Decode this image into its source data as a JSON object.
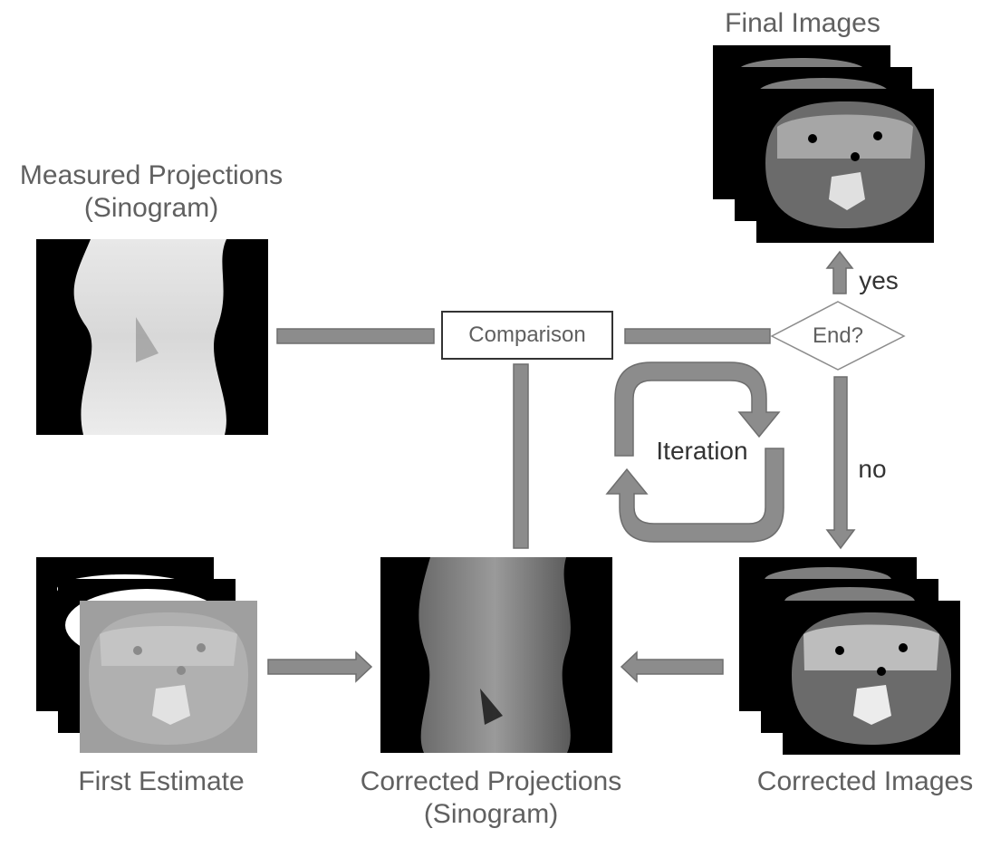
{
  "labels": {
    "final_images": "Final Images",
    "measured_line1": "Measured Projections",
    "measured_line2": "(Sinogram)",
    "first_estimate": "First Estimate",
    "corrected_proj_line1": "Corrected Projections",
    "corrected_proj_line2": "(Sinogram)",
    "corrected_images": "Corrected Images",
    "comparison": "Comparison",
    "end": "End?",
    "yes": "yes",
    "no": "no",
    "iteration": "Iteration"
  },
  "colors": {
    "arrow": "#8c8c8c",
    "arrow_stroke": "#6e6e6e",
    "text": "#606060"
  }
}
